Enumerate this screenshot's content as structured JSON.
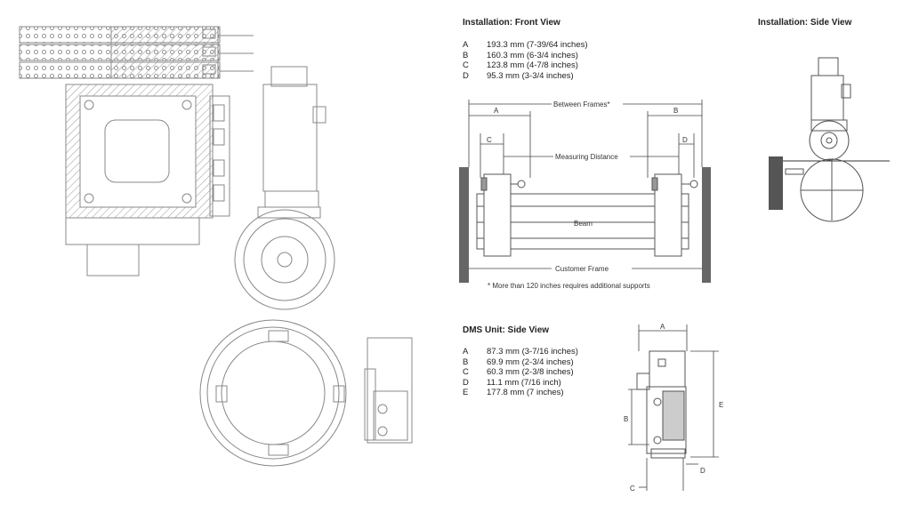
{
  "front": {
    "title": "Installation: Front View",
    "specs": [
      {
        "k": "A",
        "v": "193.3 mm (7-39/64 inches)"
      },
      {
        "k": "B",
        "v": "160.3 mm (6-3/4 inches)"
      },
      {
        "k": "C",
        "v": "123.8 mm (4-7/8 inches)"
      },
      {
        "k": "D",
        "v": "95.3 mm (3-3/4 inches)"
      }
    ],
    "labels": {
      "a": "A",
      "b": "B",
      "c": "C",
      "d": "D",
      "between": "Between Frames*",
      "measuring": "Measuring Distance",
      "beam": "Beam",
      "customer": "Customer Frame",
      "note": "* More than 120 inches requires additional supports"
    }
  },
  "side": {
    "title": "Installation: Side View"
  },
  "dms": {
    "title": "DMS Unit: Side View",
    "specs": [
      {
        "k": "A",
        "v": "87.3 mm (3-7/16 inches)"
      },
      {
        "k": "B",
        "v": "69.9 mm (2-3/4 inches)"
      },
      {
        "k": "C",
        "v": "60.3 mm (2-3/8 inches)"
      },
      {
        "k": "D",
        "v": "11.1 mm (7/16 inch)"
      },
      {
        "k": "E",
        "v": "177.8 mm (7 inches)"
      }
    ],
    "labels": {
      "a": "A",
      "b": "B",
      "c": "C",
      "d": "D",
      "e": "E"
    }
  }
}
